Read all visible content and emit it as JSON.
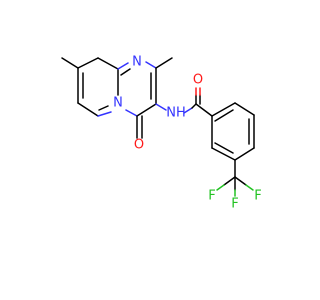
{
  "molecule": {
    "labels": {
      "n_ring_top": "N",
      "n_ring_bridge": "N",
      "nh_amide": "NH",
      "o_ring": "O",
      "o_amide": "O",
      "f_1": "F",
      "f_2": "F",
      "f_3": "F"
    },
    "colors": {
      "bond": "#000000",
      "nitrogen": "#3333ff",
      "oxygen": "#ff1a1a",
      "fluorine": "#22c222",
      "background": "#ffffff"
    }
  }
}
